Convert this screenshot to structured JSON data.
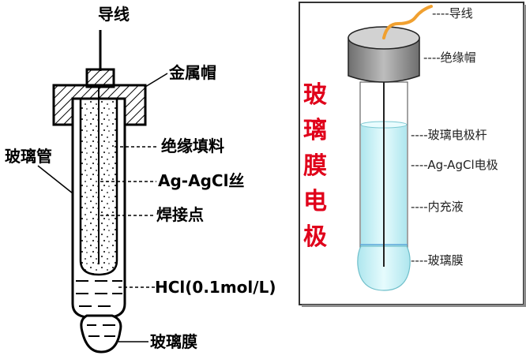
{
  "left_diagram": {
    "labels": {
      "wire": "导线",
      "metal_cap": "金属帽",
      "glass_tube": "玻璃管",
      "insulating_filler": "绝缘填料",
      "ag_agcl_wire": "Ag-AgCl丝",
      "weld_point": "焊接点",
      "hcl": "HCl(0.1mol/L)",
      "glass_membrane": "玻璃膜"
    }
  },
  "right_panel": {
    "title_chars": [
      "玻",
      "璃",
      "膜",
      "电",
      "极"
    ],
    "labels": {
      "wire": "----导线",
      "insulating_cap": "----绝缘帽",
      "glass_rod": "----玻璃电极杆",
      "ag_agcl_electrode": "----Ag-AgCl电极",
      "inner_solution": "----内充液",
      "glass_membrane": "----玻璃膜"
    },
    "colors": {
      "border": "#333333",
      "title": "#e0001a",
      "wire": "#f0a030",
      "solution": "#c9f0f5",
      "cap_top": "#c8c8c8",
      "cap_side": "#9a9a9a"
    }
  }
}
